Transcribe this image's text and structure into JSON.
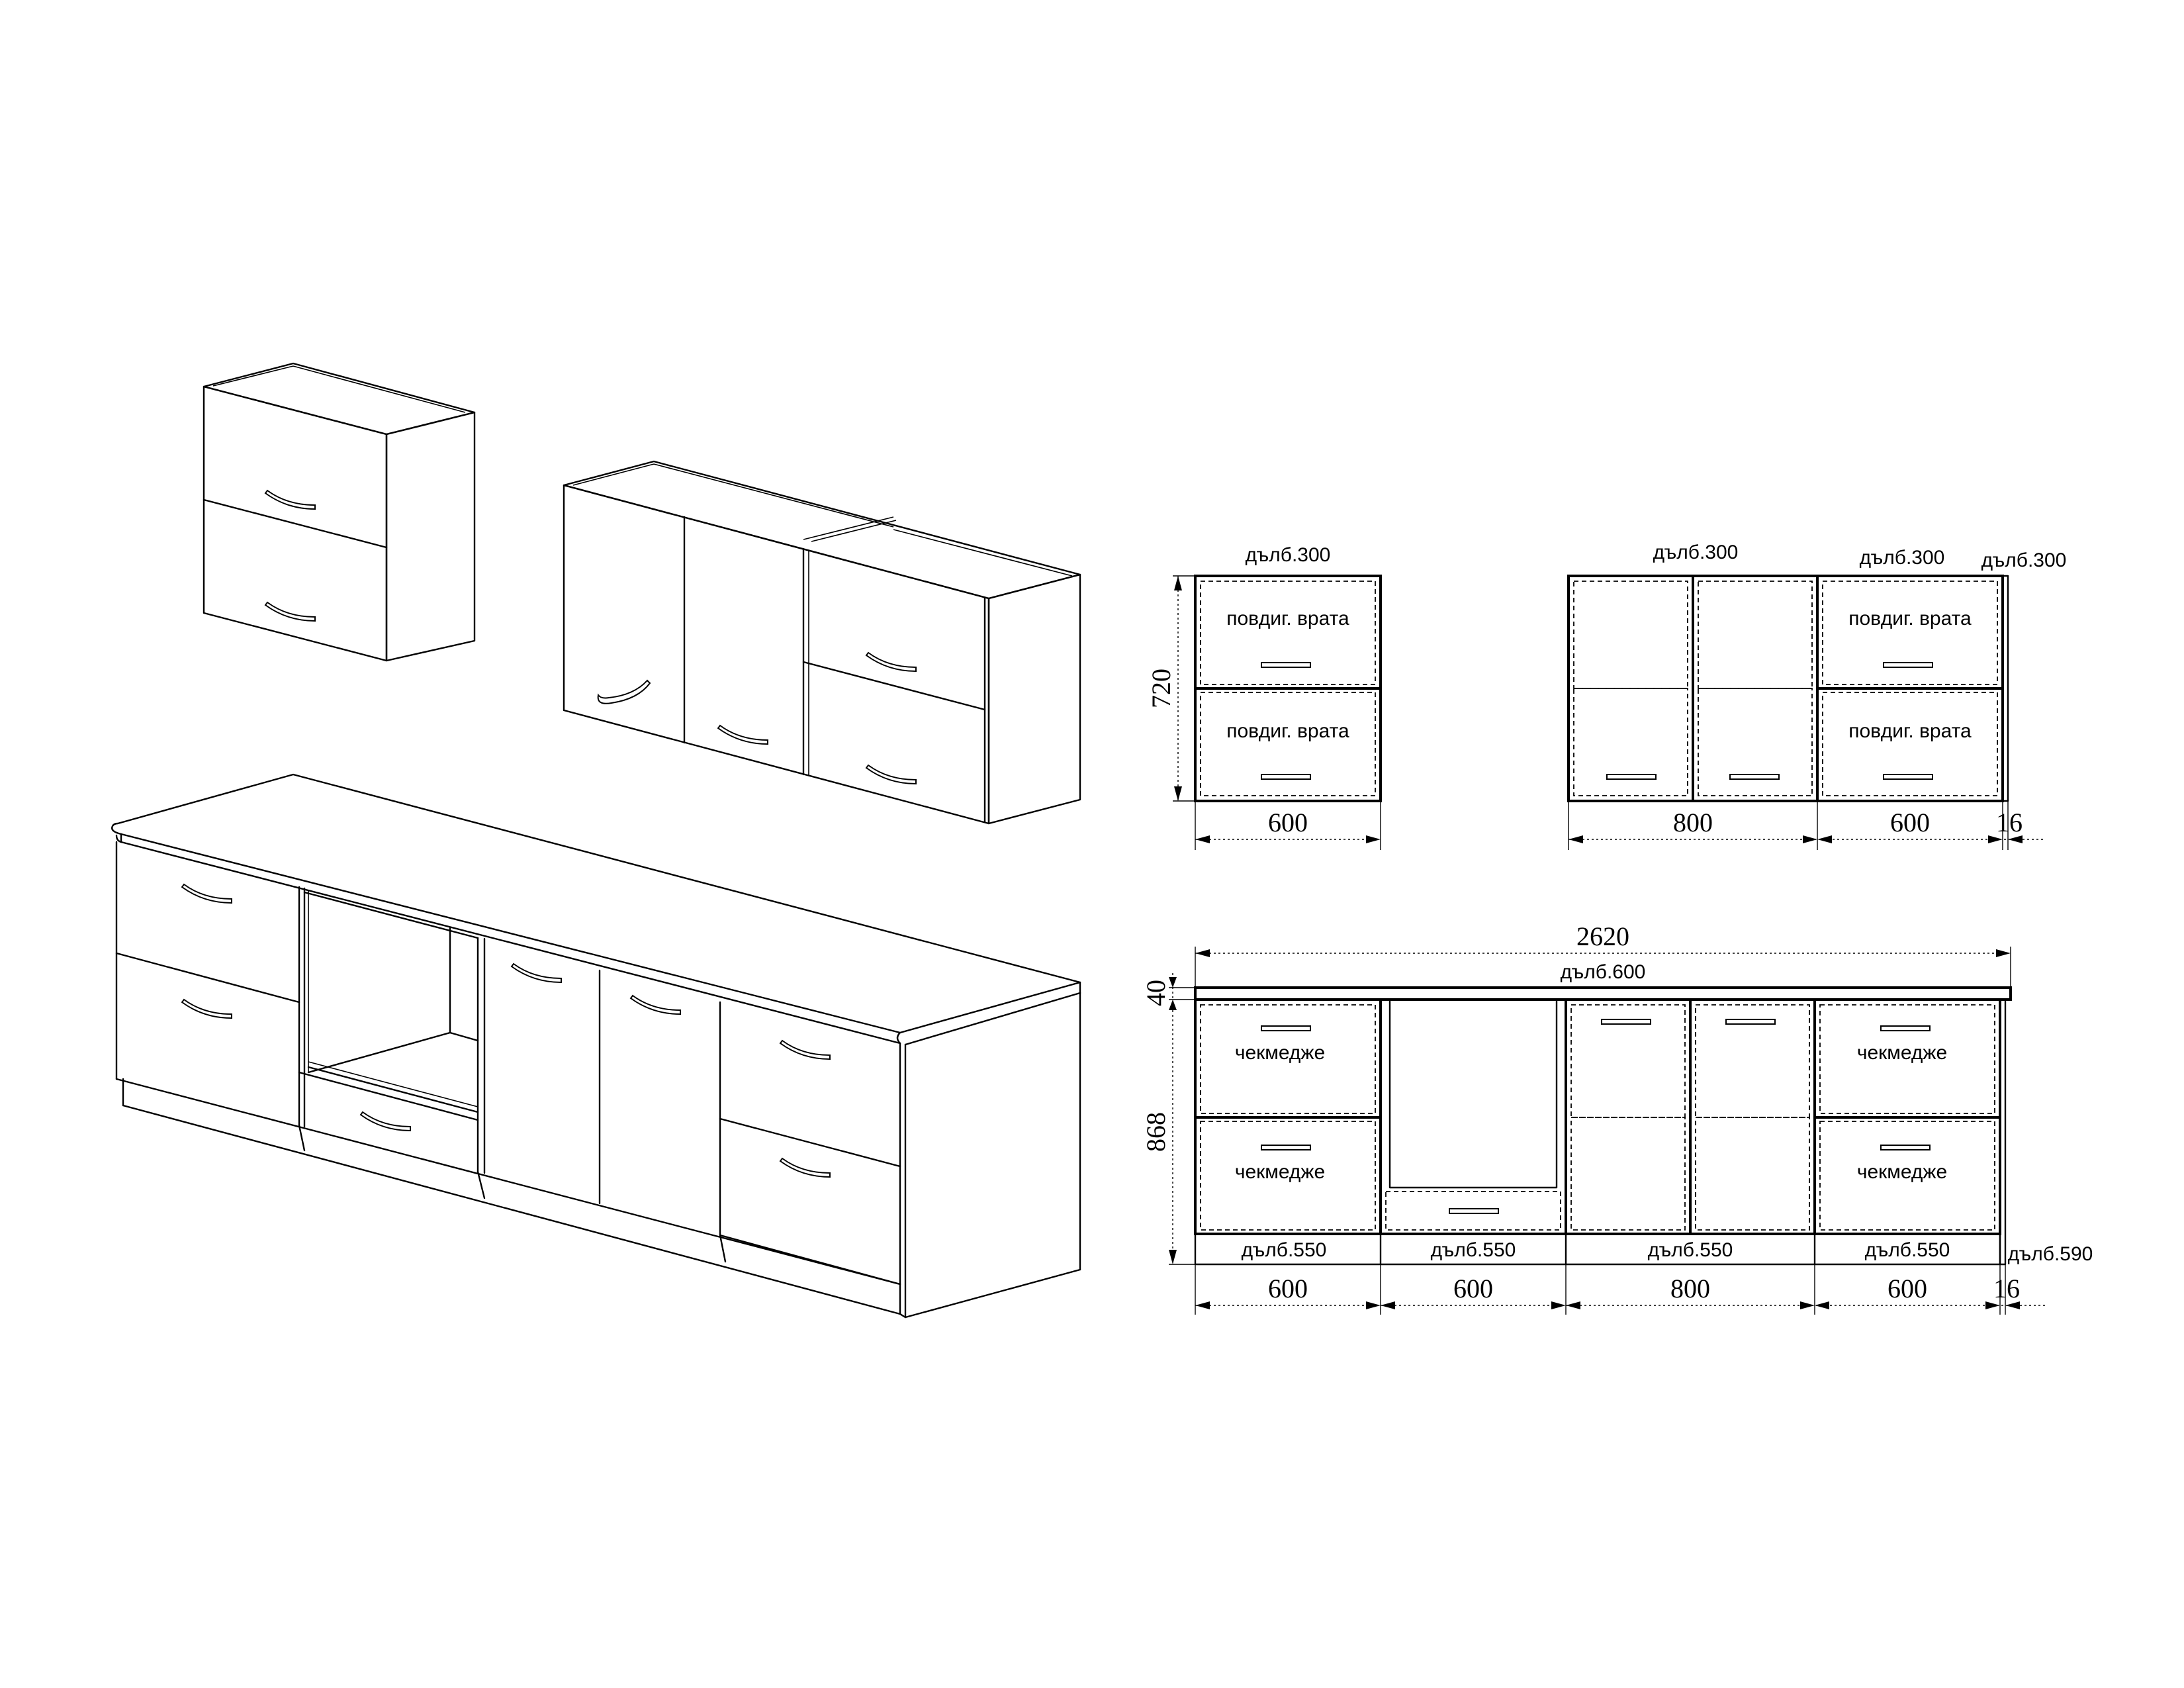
{
  "front_upper_left": {
    "depth": "дълб.300",
    "panel_top": "повдиг. врата",
    "panel_bottom": "повдиг. врата",
    "height": "720",
    "width": "600"
  },
  "front_upper_right": {
    "depth_left": "дълб.300",
    "depth_middle": "дълб.300",
    "depth_right": "дълб.300",
    "panel_top": "повдиг. врата",
    "panel_bottom": "повдиг. врата",
    "width_left": "800",
    "width_middle": "600",
    "width_right": "16"
  },
  "front_lower": {
    "total_width": "2620",
    "worktop_depth": "дълб.600",
    "worktop_thickness": "40",
    "height": "868",
    "drawer_1": "чекмедже",
    "drawer_2": "чекмедже",
    "drawer_3": "чекмедже",
    "drawer_4": "чекмедже",
    "plinth_1": "дълб.550",
    "plinth_2": "дълб.550",
    "plinth_3": "дълб.550",
    "plinth_4": "дълб.550",
    "plinth_side": "дълб.590",
    "width_1": "600",
    "width_2": "600",
    "width_3": "800",
    "width_4": "600",
    "width_5": "16"
  }
}
